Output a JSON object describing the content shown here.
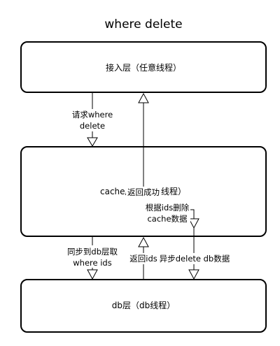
{
  "title": "where delete",
  "boxes": {
    "access_layer": "接入层（任意线程）",
    "cache_layer_prefix": "cache层（",
    "cache_layer_suffix": "线程）",
    "db_layer": "db层（db线程）"
  },
  "arrows": {
    "request_where_delete": [
      "请求where",
      "delete"
    ],
    "return_success": "返回成功",
    "delete_by_ids": [
      "根据ids删除",
      "cache数据"
    ],
    "sync_query_ids": [
      "同步到db层取",
      "where ids"
    ],
    "return_ids": "返回ids",
    "async_delete_db": "异步delete db数据"
  }
}
